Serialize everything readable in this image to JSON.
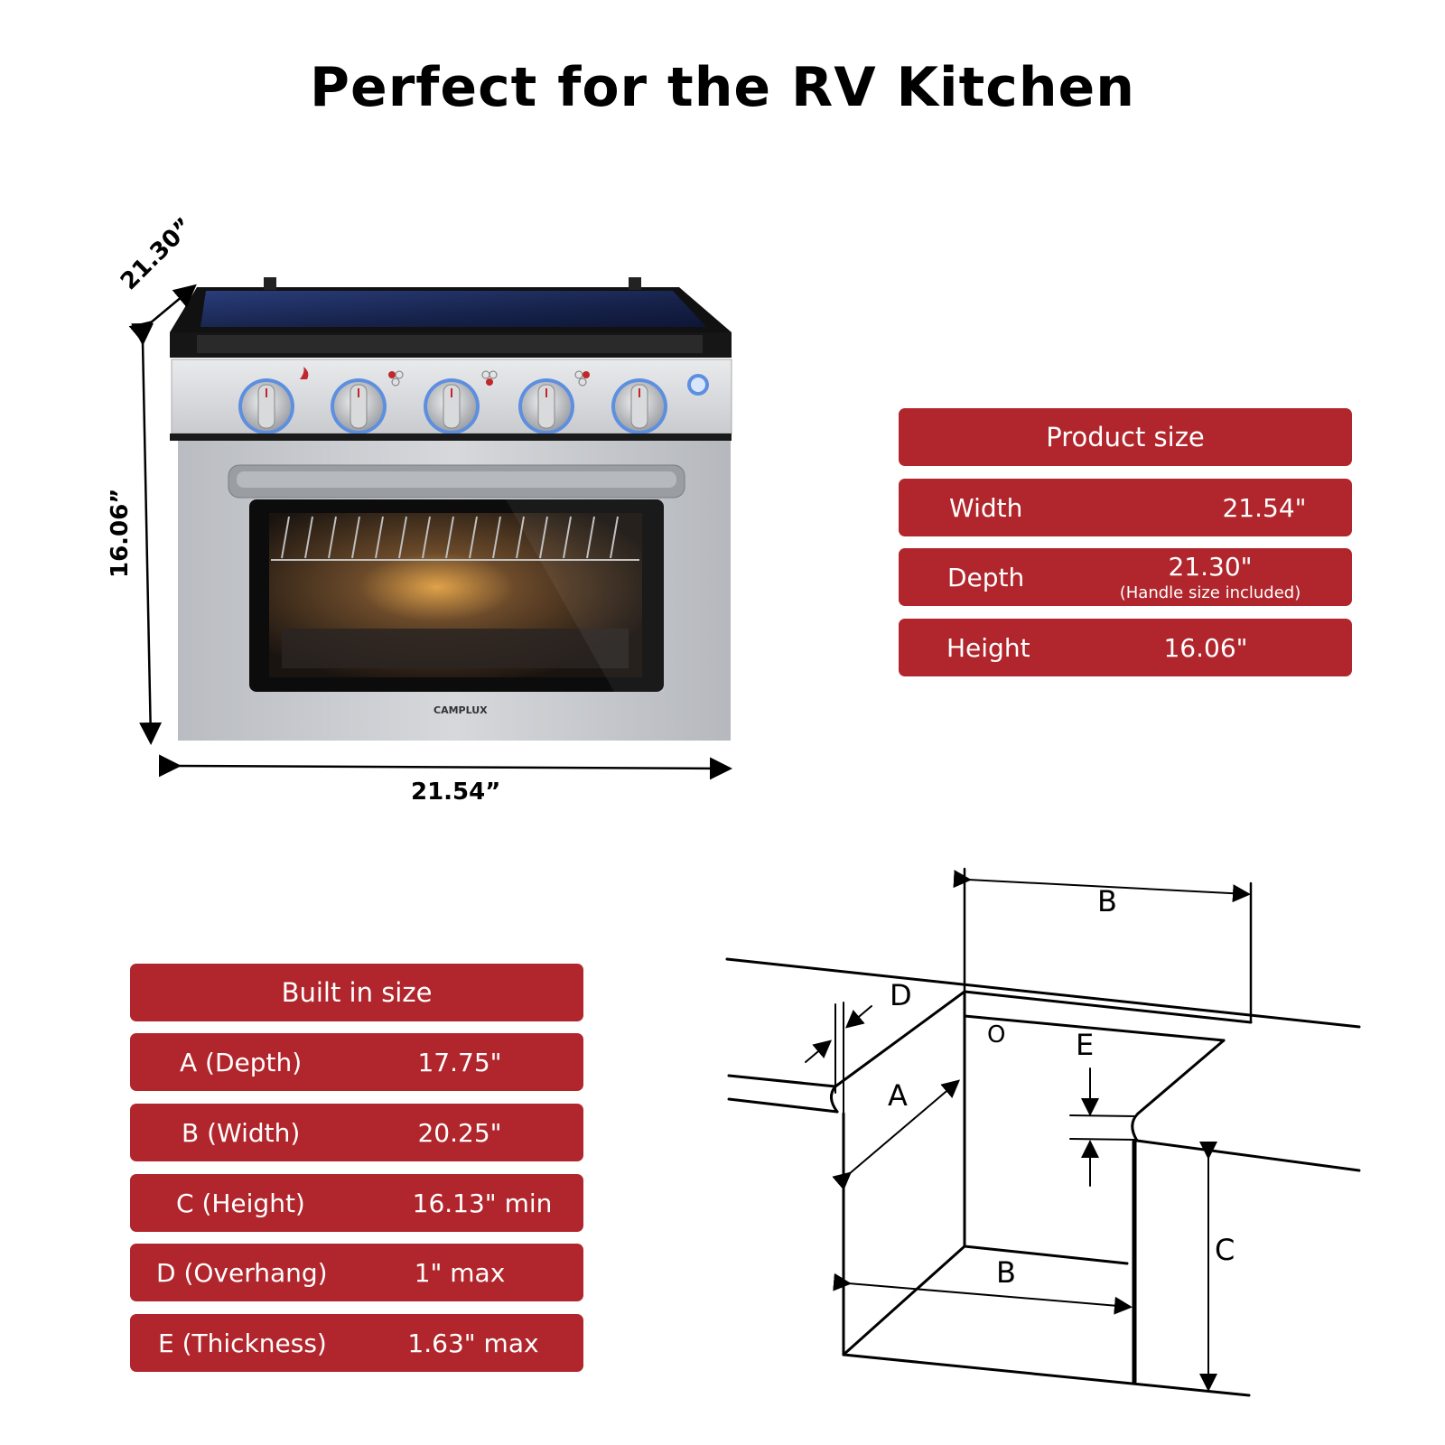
{
  "title": "Perfect for the RV Kitchen",
  "product_dims": {
    "depth": "21.30”",
    "height": "16.06”",
    "width": "21.54”"
  },
  "brand": "CAMPLUX",
  "product_size": {
    "header": "Product size",
    "rows": [
      {
        "label": "Width",
        "value": "21.54\"",
        "note": ""
      },
      {
        "label": "Depth",
        "value": "21.30\"",
        "note": "(Handle size included)"
      },
      {
        "label": "Height",
        "value": "16.06\"",
        "note": ""
      }
    ]
  },
  "built_in_size": {
    "header": "Built in size",
    "rows": [
      {
        "label": "A (Depth)",
        "value": "17.75\""
      },
      {
        "label": "B (Width)",
        "value": "20.25\""
      },
      {
        "label": "C (Height)",
        "value": "16.13\" min"
      },
      {
        "label": "D (Overhang)",
        "value": "1\" max"
      },
      {
        "label": "E (Thickness)",
        "value": "1.63\" max"
      }
    ]
  },
  "diagram_labels": {
    "a": "A",
    "b_top": "B",
    "b_bottom": "B",
    "c": "C",
    "d": "D",
    "e": "E",
    "o": "O"
  },
  "colors": {
    "accent_red": "#b1262c",
    "knob_ring_blue": "#3a7bd5",
    "glass_top": "#1d2a55"
  }
}
